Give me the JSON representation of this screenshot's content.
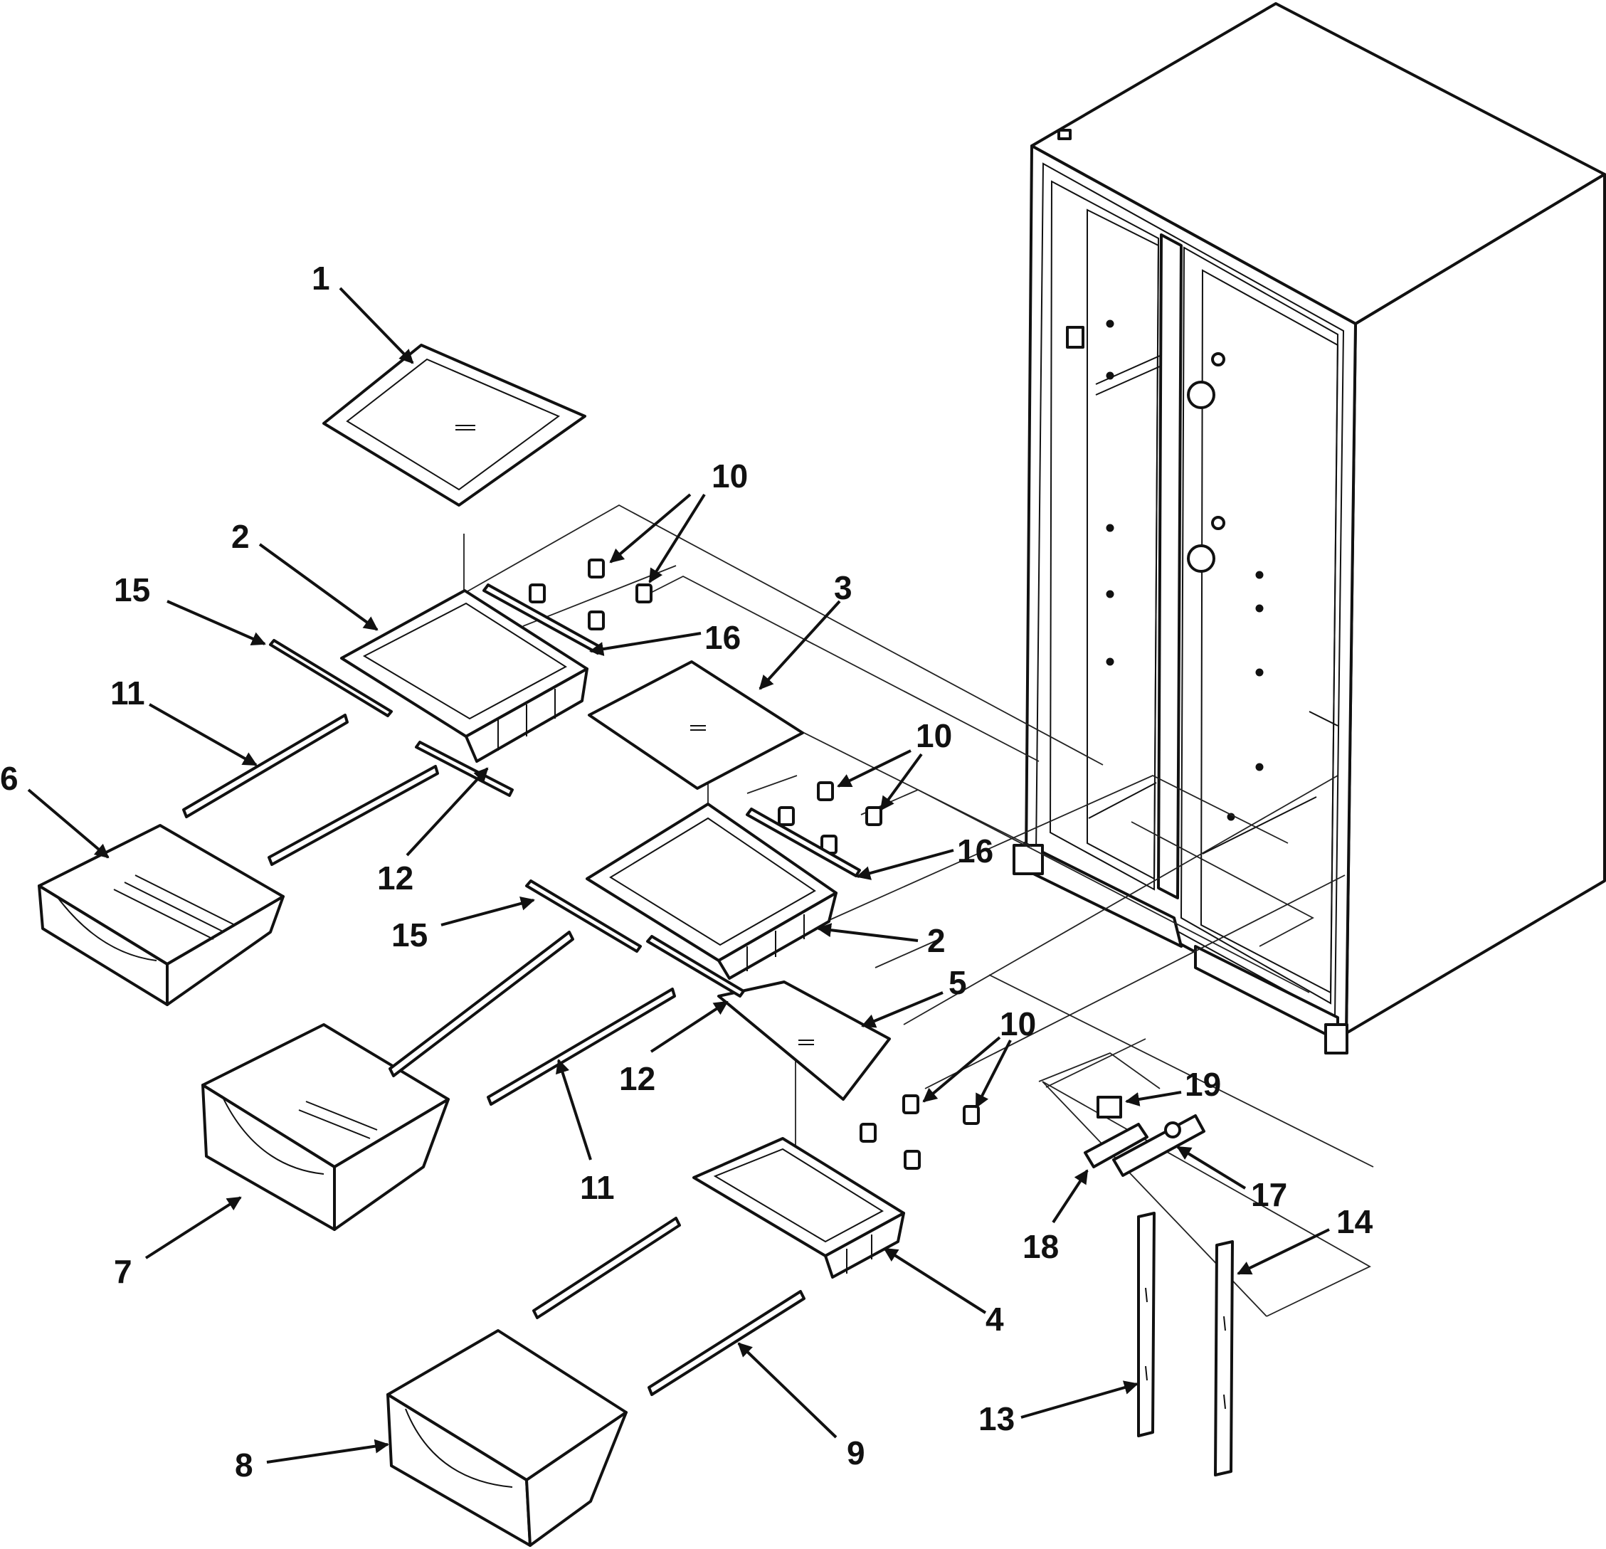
{
  "diagram": {
    "type": "exploded-parts-view",
    "colors": {
      "line": "#111111",
      "background": "#ffffff"
    },
    "parts": [
      {
        "id": "p1",
        "label": "1"
      },
      {
        "id": "p2a",
        "label": "2"
      },
      {
        "id": "p2b",
        "label": "2"
      },
      {
        "id": "p3",
        "label": "3"
      },
      {
        "id": "p4",
        "label": "4"
      },
      {
        "id": "p5",
        "label": "5"
      },
      {
        "id": "p6",
        "label": "6"
      },
      {
        "id": "p7",
        "label": "7"
      },
      {
        "id": "p8",
        "label": "8"
      },
      {
        "id": "p9",
        "label": "9"
      },
      {
        "id": "p10a",
        "label": "10"
      },
      {
        "id": "p10b",
        "label": "10"
      },
      {
        "id": "p10c",
        "label": "10"
      },
      {
        "id": "p11a",
        "label": "11"
      },
      {
        "id": "p11b",
        "label": "11"
      },
      {
        "id": "p12a",
        "label": "12"
      },
      {
        "id": "p12b",
        "label": "12"
      },
      {
        "id": "p13",
        "label": "13"
      },
      {
        "id": "p14",
        "label": "14"
      },
      {
        "id": "p15a",
        "label": "15"
      },
      {
        "id": "p15b",
        "label": "15"
      },
      {
        "id": "p16a",
        "label": "16"
      },
      {
        "id": "p16b",
        "label": "16"
      },
      {
        "id": "p17",
        "label": "17"
      },
      {
        "id": "p18",
        "label": "18"
      },
      {
        "id": "p19",
        "label": "19"
      }
    ]
  }
}
